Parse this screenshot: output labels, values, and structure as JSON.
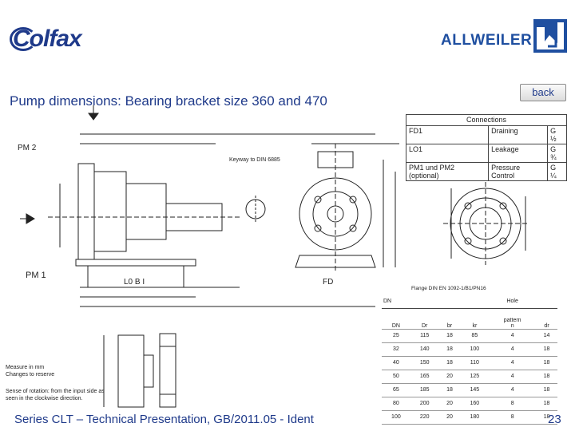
{
  "header": {
    "logo_left": "Colfax",
    "logo_right": "ALLWEILER",
    "back_label": "back",
    "title": "Pump dimensions: Bearing bracket size 360 and 470"
  },
  "connections": {
    "title": "Connections",
    "rows": [
      {
        "code": "FD1",
        "name": "Draining",
        "size": "G ½"
      },
      {
        "code": "LO1",
        "name": "Leakage",
        "size": "G ¾"
      },
      {
        "code": "PM1 und PM2 (optional)",
        "name": "Pressure Control",
        "size": "G ¼"
      }
    ]
  },
  "drawing_labels": {
    "pm1": "PM 1",
    "pm2": "PM 2",
    "keyway": "Keyway to DIN 6885",
    "fd": "FD",
    "lo": "L0  B I"
  },
  "flange": {
    "caption": "Flange DIN EN 1092-1/B1/PN16",
    "header_dn": "DN",
    "header_hole": "Hole",
    "header_pattern": "pattern",
    "columns": [
      "DN",
      "Dr",
      "br",
      "kr",
      "n",
      "dr"
    ],
    "rows": [
      [
        "25",
        "115",
        "18",
        "85",
        "4",
        "14"
      ],
      [
        "32",
        "140",
        "18",
        "100",
        "4",
        "18"
      ],
      [
        "40",
        "150",
        "18",
        "110",
        "4",
        "18"
      ],
      [
        "50",
        "165",
        "20",
        "125",
        "4",
        "18"
      ],
      [
        "65",
        "185",
        "18",
        "145",
        "4",
        "18"
      ],
      [
        "80",
        "200",
        "20",
        "160",
        "8",
        "18"
      ],
      [
        "100",
        "220",
        "20",
        "180",
        "8",
        "18"
      ]
    ]
  },
  "notes": {
    "measure": "Measure in mm\nChanges to reserve",
    "sense": "Sense of rotation: from the input side as seen in the clockwise direction."
  },
  "footer": {
    "text": "Series CLT – Technical Presentation, GB/2011.05 - Ident",
    "page": "23"
  },
  "colors": {
    "brand_blue": "#1f3a8a"
  }
}
